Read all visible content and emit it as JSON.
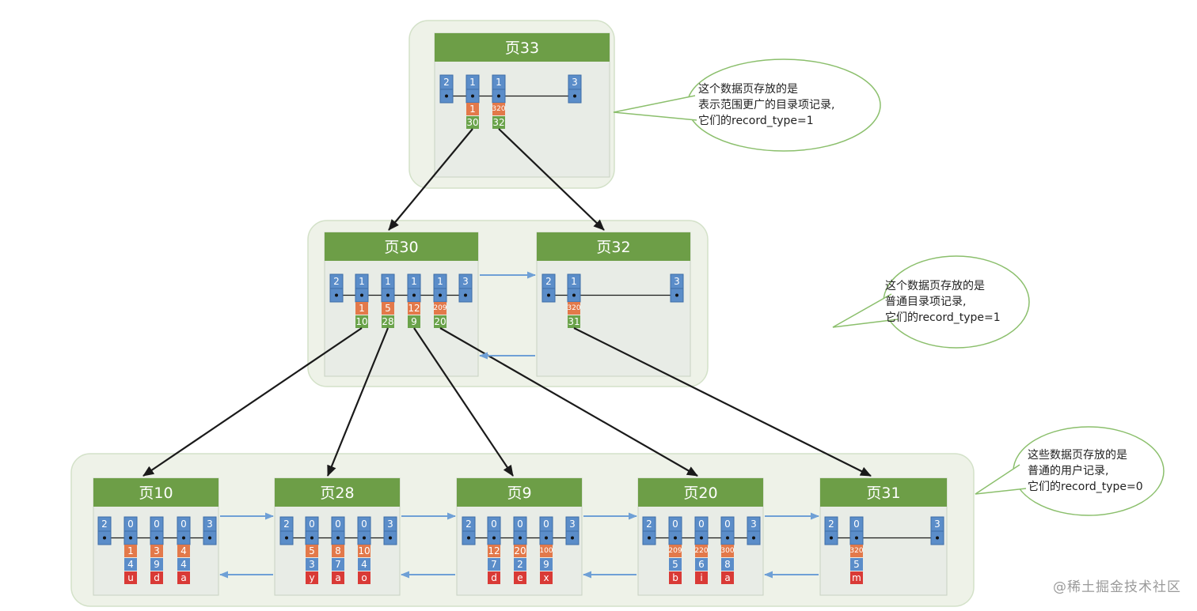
{
  "colors": {
    "level_bg": "#eef2e8",
    "level_border": "#d3e1c8",
    "page_header": "#6d9e47",
    "page_header_text": "#ffffff",
    "page_body": "#e8ece6",
    "page_body_border": "#c8d2c2",
    "record_blue": "#5b8dc9",
    "record_orange": "#e3794a",
    "record_green": "#6aa34a",
    "record_red": "#d93a36",
    "tree_arrow": "#1a1a1a",
    "sibling_arrow": "#6fa0d6",
    "callout_border": "#8bbf6c"
  },
  "pages": [
    {
      "id": "p33",
      "title": "页33",
      "records": [
        {
          "type": "2"
        },
        {
          "type": "1",
          "key": "1",
          "child": "30"
        },
        {
          "type": "1",
          "key": "320",
          "child": "32"
        },
        {
          "type": "3"
        }
      ]
    },
    {
      "id": "p30",
      "title": "页30",
      "records": [
        {
          "type": "2"
        },
        {
          "type": "1",
          "key": "1",
          "child": "10"
        },
        {
          "type": "1",
          "key": "5",
          "child": "28"
        },
        {
          "type": "1",
          "key": "12",
          "child": "9"
        },
        {
          "type": "1",
          "key": "209",
          "child": "20"
        },
        {
          "type": "3"
        }
      ]
    },
    {
      "id": "p32",
      "title": "页32",
      "records": [
        {
          "type": "2"
        },
        {
          "type": "1",
          "key": "320",
          "child": "31"
        },
        {
          "type": "3"
        }
      ]
    },
    {
      "id": "p10",
      "title": "页10",
      "records": [
        {
          "type": "2"
        },
        {
          "type": "0",
          "key": "1",
          "c2": "4",
          "c3": "u"
        },
        {
          "type": "0",
          "key": "3",
          "c2": "9",
          "c3": "d"
        },
        {
          "type": "0",
          "key": "4",
          "c2": "4",
          "c3": "a"
        },
        {
          "type": "3"
        }
      ]
    },
    {
      "id": "p28",
      "title": "页28",
      "records": [
        {
          "type": "2"
        },
        {
          "type": "0",
          "key": "5",
          "c2": "3",
          "c3": "y"
        },
        {
          "type": "0",
          "key": "8",
          "c2": "7",
          "c3": "a"
        },
        {
          "type": "0",
          "key": "10",
          "c2": "4",
          "c3": "o"
        },
        {
          "type": "3"
        }
      ]
    },
    {
      "id": "p9",
      "title": "页9",
      "records": [
        {
          "type": "2"
        },
        {
          "type": "0",
          "key": "12",
          "c2": "7",
          "c3": "d"
        },
        {
          "type": "0",
          "key": "20",
          "c2": "2",
          "c3": "e"
        },
        {
          "type": "0",
          "key": "100",
          "c2": "9",
          "c3": "x"
        },
        {
          "type": "3"
        }
      ]
    },
    {
      "id": "p20",
      "title": "页20",
      "records": [
        {
          "type": "2"
        },
        {
          "type": "0",
          "key": "209",
          "c2": "5",
          "c3": "b"
        },
        {
          "type": "0",
          "key": "220",
          "c2": "6",
          "c3": "i"
        },
        {
          "type": "0",
          "key": "300",
          "c2": "8",
          "c3": "a"
        },
        {
          "type": "3"
        }
      ]
    },
    {
      "id": "p31",
      "title": "页31",
      "records": [
        {
          "type": "2"
        },
        {
          "type": "0",
          "key": "320",
          "c2": "5",
          "c3": "m"
        },
        {
          "type": "3"
        }
      ]
    }
  ],
  "tree_links": [
    {
      "from": "p33",
      "rec": 1,
      "to": "p30"
    },
    {
      "from": "p33",
      "rec": 2,
      "to": "p32"
    },
    {
      "from": "p30",
      "rec": 1,
      "to": "p10"
    },
    {
      "from": "p30",
      "rec": 2,
      "to": "p28"
    },
    {
      "from": "p30",
      "rec": 3,
      "to": "p9"
    },
    {
      "from": "p30",
      "rec": 4,
      "to": "p20"
    },
    {
      "from": "p32",
      "rec": 1,
      "to": "p31"
    }
  ],
  "sibling_links": [
    {
      "left": "p30",
      "right": "p32"
    },
    {
      "left": "p10",
      "right": "p28"
    },
    {
      "left": "p28",
      "right": "p9"
    },
    {
      "left": "p9",
      "right": "p20"
    },
    {
      "left": "p20",
      "right": "p31"
    }
  ],
  "callouts": [
    {
      "id": "callout-root",
      "lines": [
        "这个数据页存放的是",
        "表示范围更广的目录项记录,",
        "它们的record_type=1"
      ]
    },
    {
      "id": "callout-mid",
      "lines": [
        "这个数据页存放的是",
        "普通目录项记录,",
        "它们的record_type=1"
      ]
    },
    {
      "id": "callout-leaf",
      "lines": [
        "这些数据页存放的是",
        "普通的用户记录,",
        "它们的record_type=0"
      ]
    }
  ],
  "watermark": "@稀土掘金技术社区"
}
